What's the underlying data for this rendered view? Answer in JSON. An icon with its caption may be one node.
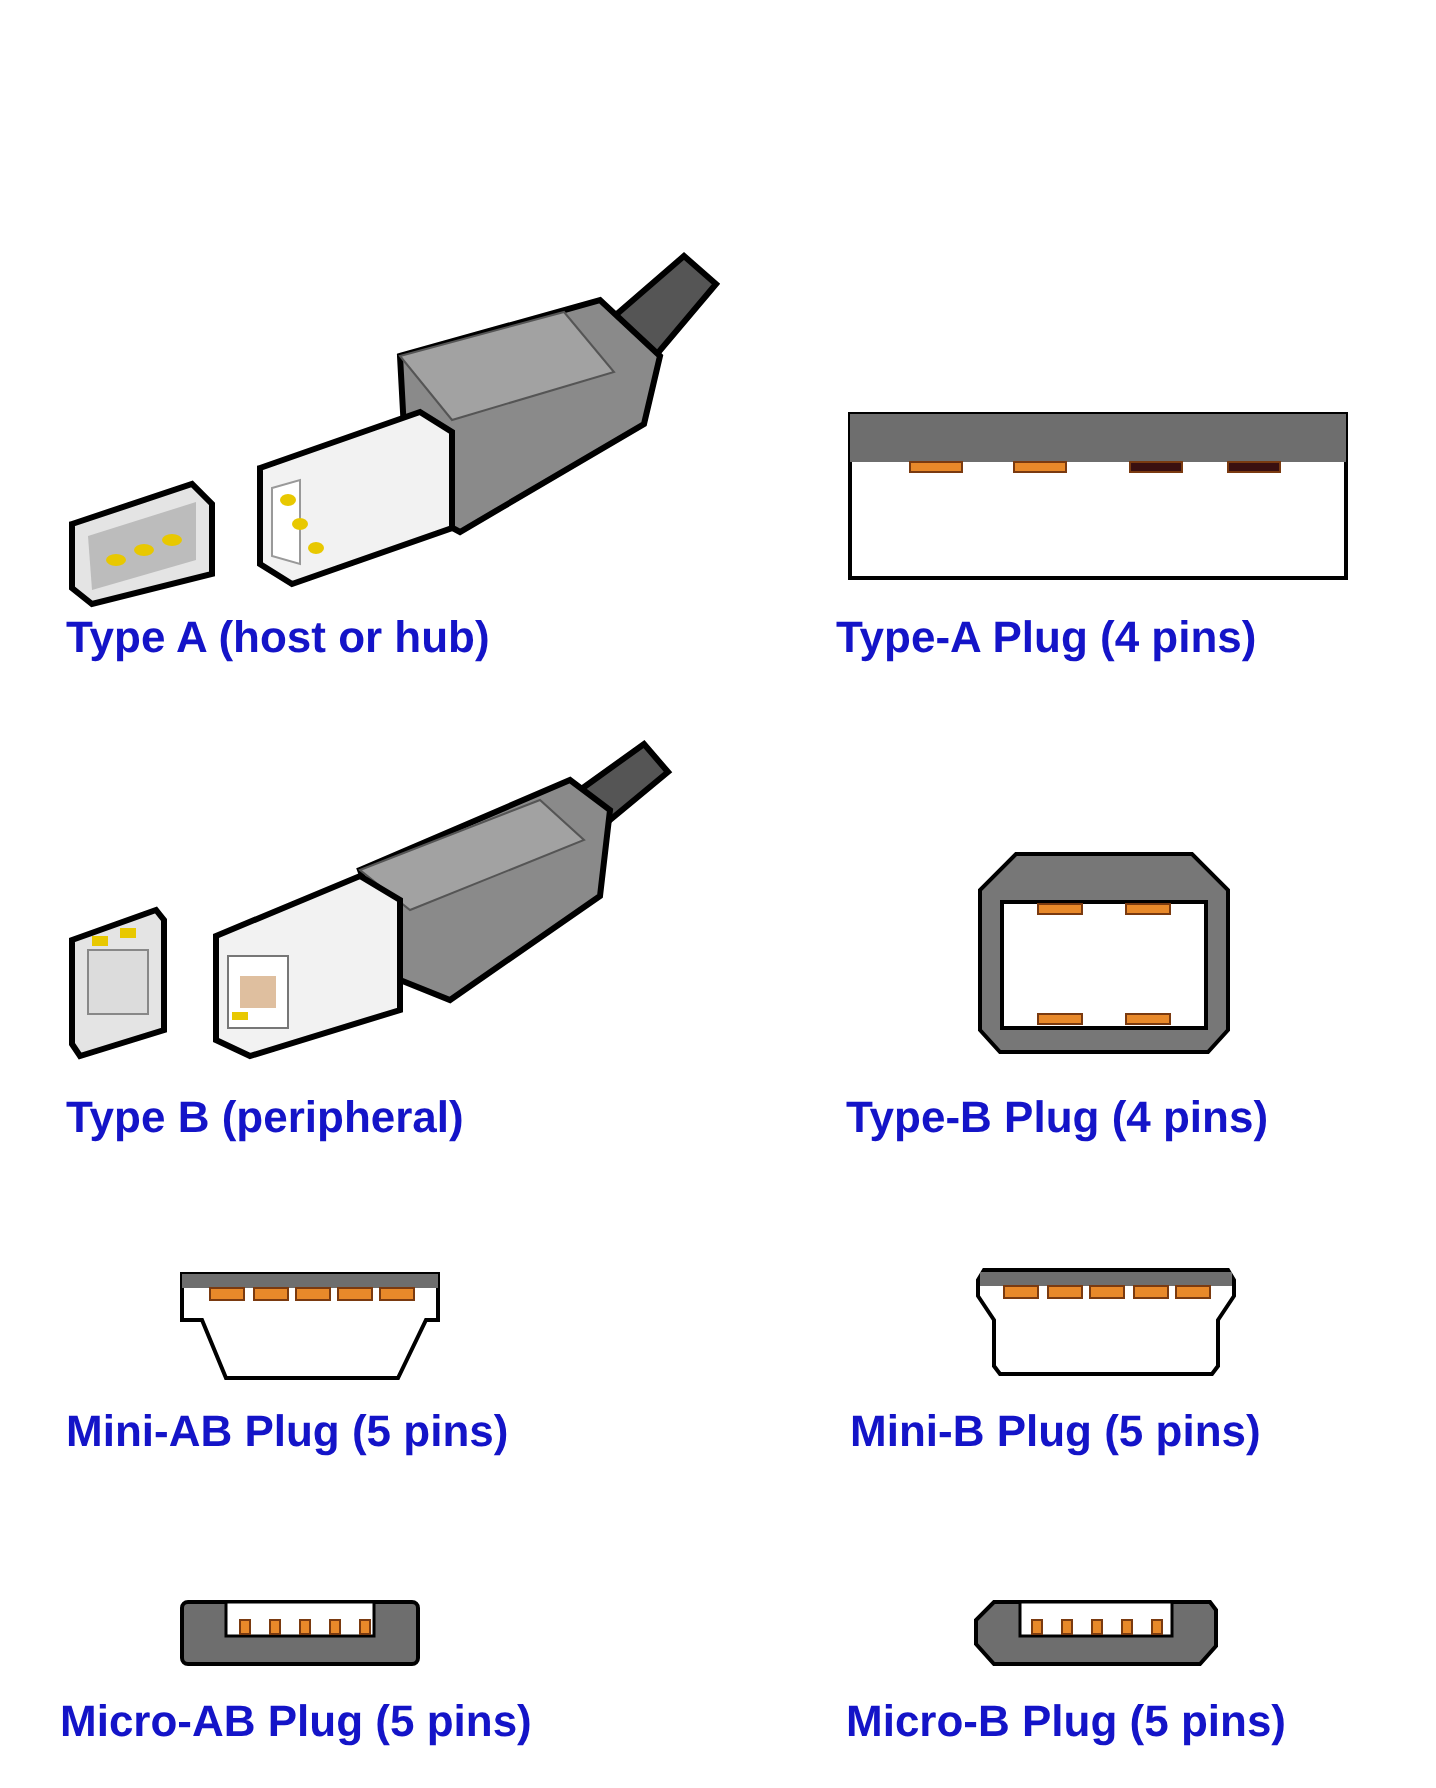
{
  "diagram": {
    "labels": [
      "Type A (host or hub)",
      "Type-A Plug (4 pins)",
      "Type B (peripheral)",
      "Type-B Plug (4 pins)",
      "Mini-AB Plug (5 pins)",
      "Mini-B Plug (5 pins)",
      "Micro-AB Plug (5 pins)",
      "Micro-B Plug (5 pins)"
    ]
  }
}
